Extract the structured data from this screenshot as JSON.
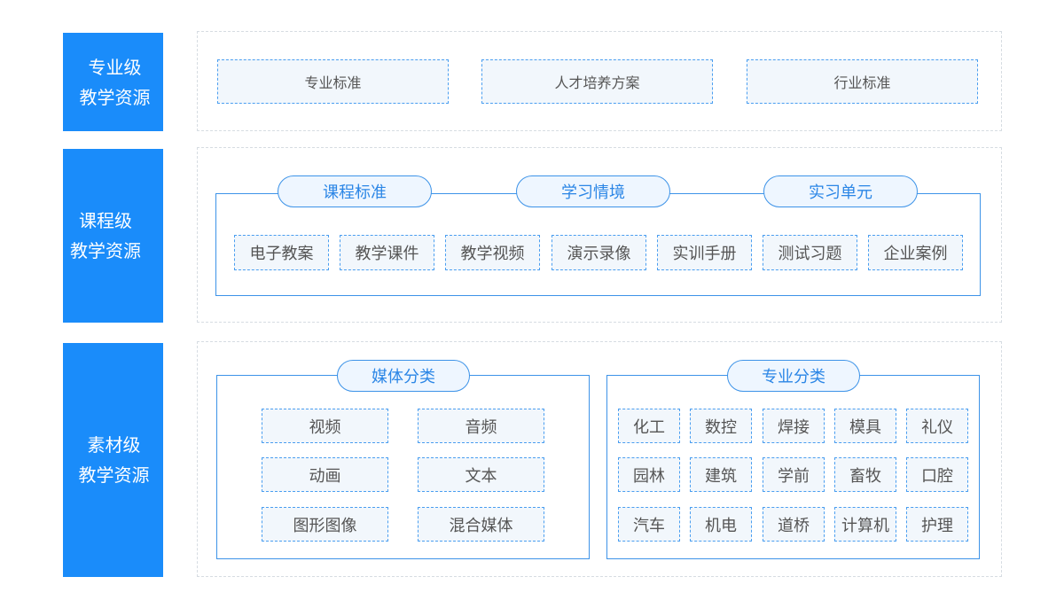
{
  "colors": {
    "accent": "#1a8cfa",
    "frame_border": "#3d93e8",
    "pill_text": "#2b86e6",
    "box_fill": "#f2f7fc"
  },
  "levels": {
    "major": {
      "label_line1": "专业级",
      "label_line2": "教学资源",
      "items": [
        "专业标准",
        "人才培养方案",
        "行业标准"
      ]
    },
    "course": {
      "label_line1": "课程级",
      "label_line2": "教学资源",
      "pills": [
        "课程标准",
        "学习情境",
        "实习单元"
      ],
      "items": [
        "电子教案",
        "教学课件",
        "教学视频",
        "演示录像",
        "实训手册",
        "测试习题",
        "企业案例"
      ]
    },
    "material": {
      "label_line1": "素材级",
      "label_line2": "教学资源",
      "media": {
        "title": "媒体分类",
        "items": [
          "视频",
          "音频",
          "动画",
          "文本",
          "图形图像",
          "混合媒体"
        ]
      },
      "specialty": {
        "title": "专业分类",
        "items": [
          "化工",
          "数控",
          "焊接",
          "模具",
          "礼仪",
          "园林",
          "建筑",
          "学前",
          "畜牧",
          "口腔",
          "汽车",
          "机电",
          "道桥",
          "计算机",
          "护理"
        ]
      }
    }
  }
}
